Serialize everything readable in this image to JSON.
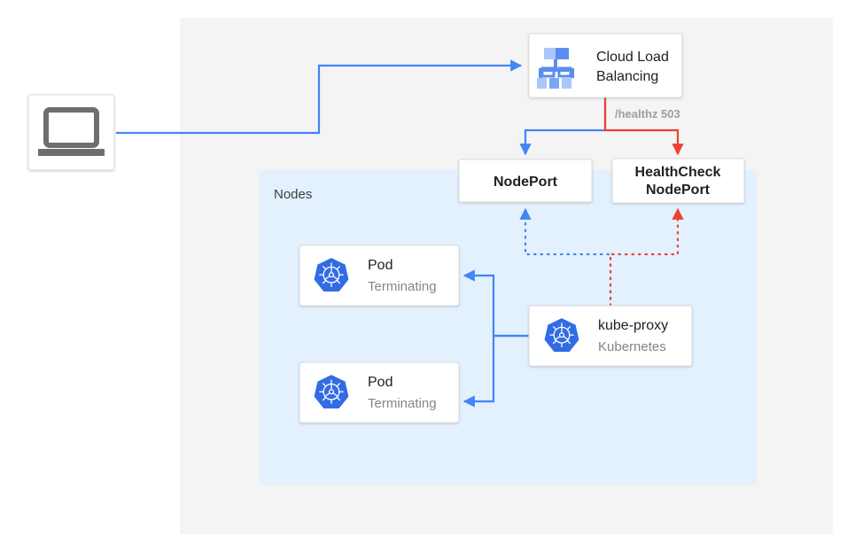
{
  "diagram": {
    "title": "Kubernetes NodePort health check draining diagram",
    "colors": {
      "outer_panel": "#f4f4f4",
      "nodes_panel": "#e3f0fd",
      "box_fill": "#ffffff",
      "box_border": "#dadce0",
      "blue_edge": "#4285f4",
      "red_edge": "#ea4335",
      "kubernetes_blue": "#326ce5",
      "laptop_gray": "#6e6e6e",
      "text_dark": "#202124",
      "text_muted": "#80868b",
      "edge_label_gray": "#9aa0a6"
    },
    "client": {
      "icon": "laptop-icon",
      "label": ""
    },
    "load_balancer": {
      "icon": "cloud-load-balancing-icon",
      "title_line_1": "Cloud Load",
      "title_line_2": "Balancing"
    },
    "nodeport": {
      "label": "NodePort"
    },
    "healthcheck_nodeport": {
      "label_line_1": "HealthCheck",
      "label_line_2": "NodePort"
    },
    "nodes_group": {
      "label": "Nodes"
    },
    "pods": [
      {
        "icon": "kubernetes-icon",
        "name": "Pod",
        "status": "Terminating"
      },
      {
        "icon": "kubernetes-icon",
        "name": "Pod",
        "status": "Terminating"
      }
    ],
    "kube_proxy": {
      "icon": "kubernetes-icon",
      "name": "kube-proxy",
      "subtitle": "Kubernetes"
    },
    "edges": [
      {
        "id": "client-to-lb",
        "from": "client",
        "to": "load-balancer",
        "style": "solid",
        "color": "#4285f4",
        "label": ""
      },
      {
        "id": "lb-to-nodeport",
        "from": "load-balancer",
        "to": "nodeport",
        "style": "solid",
        "color": "#4285f4",
        "label": ""
      },
      {
        "id": "lb-to-healthcheck",
        "from": "load-balancer",
        "to": "healthcheck-nodeport",
        "style": "solid",
        "color": "#ea4335",
        "label": "/healthz 503"
      },
      {
        "id": "kubeproxy-to-nodeport",
        "from": "kube-proxy",
        "to": "nodeport",
        "style": "dotted",
        "color": "#4285f4",
        "label": ""
      },
      {
        "id": "kubeproxy-to-healthcheck",
        "from": "kube-proxy",
        "to": "healthcheck-nodeport",
        "style": "dotted",
        "color": "#ea4335",
        "label": ""
      },
      {
        "id": "kubeproxy-to-pod-1",
        "from": "kube-proxy",
        "to": "pod-1",
        "style": "solid",
        "color": "#4285f4",
        "label": ""
      },
      {
        "id": "kubeproxy-to-pod-2",
        "from": "kube-proxy",
        "to": "pod-2",
        "style": "solid",
        "color": "#4285f4",
        "label": ""
      }
    ]
  }
}
